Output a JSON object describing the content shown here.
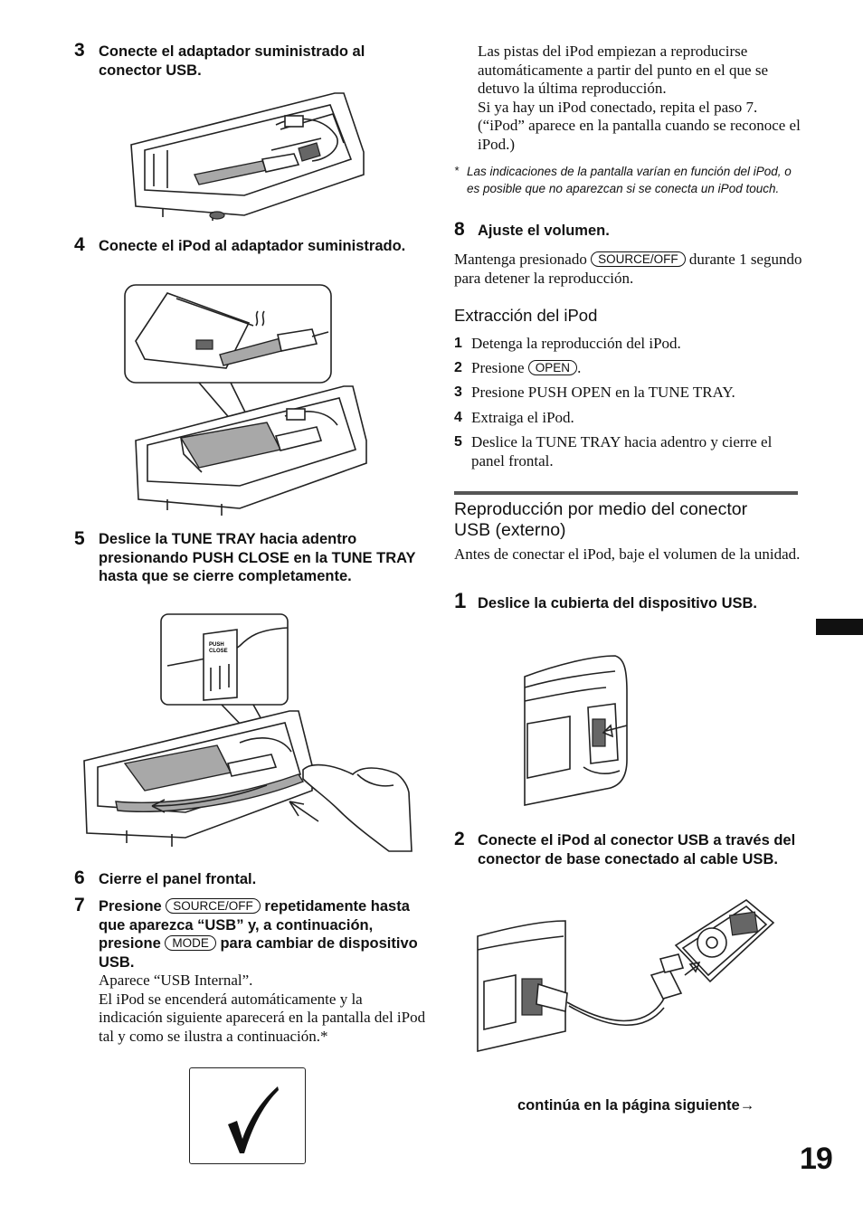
{
  "left": {
    "step3": {
      "num": "3",
      "title": "Conecte el adaptador suministrado al conector USB."
    },
    "step4": {
      "num": "4",
      "title": "Conecte el iPod al adaptador suministrado."
    },
    "step5": {
      "num": "5",
      "title": "Deslice la TUNE TRAY hacia adentro presionando PUSH CLOSE en la TUNE TRAY hasta que se cierre completamente."
    },
    "step6": {
      "num": "6",
      "title": "Cierre el panel frontal."
    },
    "step7": {
      "num": "7",
      "t1": "Presione",
      "key1": "SOURCE/OFF",
      "t2": "repetidamente hasta que aparezca “USB” y, a continuación, presione",
      "key2": "MODE",
      "t3": "para cambiar de dispositivo USB.",
      "body": "Aparece “USB Internal”.\nEl iPod se encenderá automáticamente y la indicación siguiente aparecerá en la pantalla del iPod tal y como se ilustra a continuación.*"
    },
    "push_close_label": "PUSH\nCLOSE",
    "checkmark": "✓"
  },
  "right": {
    "step7_cont": "Las pistas del iPod empiezan a reproducirse automáticamente a partir del punto en el que se detuvo la última reproducción.\nSi ya hay un iPod conectado, repita el paso 7. (“iPod” aparece en la pantalla cuando se reconoce el iPod.)",
    "footnote_mark": "*",
    "footnote": "Las indicaciones de la pantalla varían en función del iPod, o es posible que no aparezcan si se conecta un iPod touch.",
    "step8": {
      "num": "8",
      "title": "Ajuste el volumen."
    },
    "step8_t1": "Mantenga presionado",
    "step8_key": "SOURCE/OFF",
    "step8_t2": "durante 1 segundo para detener la reproducción.",
    "extraccion": {
      "heading": "Extracción del iPod",
      "items": [
        {
          "num": "1",
          "text": "Detenga la reproducción del iPod."
        },
        {
          "num": "2",
          "text_before": "Presione",
          "key": "OPEN",
          "text_after": "."
        },
        {
          "num": "3",
          "text": "Presione PUSH OPEN en la TUNE TRAY."
        },
        {
          "num": "4",
          "text": "Extraiga el iPod."
        },
        {
          "num": "5",
          "text": "Deslice la TUNE TRAY hacia adentro y cierre el panel frontal."
        }
      ]
    },
    "usb_section": {
      "heading": "Reproducción por medio del conector USB (externo)",
      "intro": "Antes de conectar el iPod, baje el volumen de la unidad.",
      "step1": {
        "num": "1",
        "title": "Deslice la cubierta del dispositivo USB."
      },
      "step2": {
        "num": "2",
        "title": "Conecte el iPod al conector USB a través del conector de base conectado al cable USB."
      }
    },
    "continue": "continúa en la página siguiente→"
  },
  "page_number": "19"
}
